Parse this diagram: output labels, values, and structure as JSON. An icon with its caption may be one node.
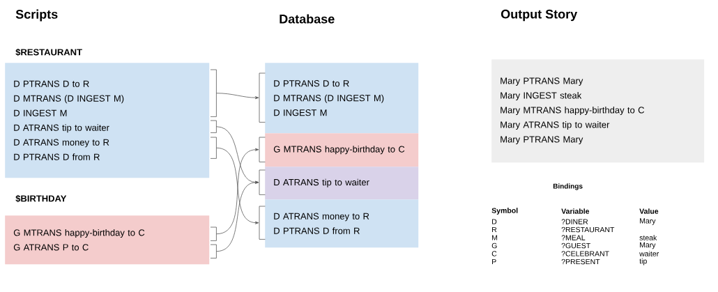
{
  "diagram": {
    "nodes": [
      {
        "text": [
          "$RESTAURANT",
          "D PTRANS D to R",
          "D MTRANS (D INGEST M)",
          "D INGEST M",
          "D ATRANS tip to waiter",
          "D ATRANS money to R",
          "D PTRANS D from R"
        ]
      },
      {
        "text": [
          "$BIRTHDAY",
          "G MTRANS happy-birthday to C",
          "G ATRANS P to C"
        ]
      },
      {
        "text": [
          "D PTRANS D to R",
          "D MTRANS (D INGEST M)",
          "D INGEST M"
        ]
      },
      {
        "text": [
          "G MTRANS happy-birthday to C"
        ]
      },
      {
        "text": [
          "D ATRANS tip to waiter"
        ]
      },
      {
        "text": [
          "D ATRANS money to R",
          "D PTRANS D from R"
        ]
      },
      {
        "text": [
          "Mary PTRANS Mary",
          "Mary INGEST steak",
          "Mary MTRANS happy-birthday to C",
          "Mary ATRANS tip to waiter",
          "Mary PTRANS Mary"
        ]
      },
      {
        "text": [],
        "shape": "bracket"
      },
      {
        "text": [],
        "shape": "bracket"
      },
      {
        "text": [],
        "shape": "bracket"
      },
      {
        "text": [],
        "shape": "bracket"
      },
      {
        "text": [],
        "shape": "bracket"
      },
      {
        "text": [],
        "shape": "bracket"
      },
      {
        "text": [],
        "shape": "bracket"
      },
      {
        "text": [],
        "shape": "bracket"
      },
      {
        "text": [],
        "shape": "bracket"
      }
    ],
    "edges": [
      {
        "from": 7,
        "to": 12,
        "arrow": "to"
      },
      {
        "from": 8,
        "to": 14,
        "arrow": "to"
      },
      {
        "from": 9,
        "to": 15,
        "arrow": "to"
      },
      {
        "from": 10,
        "to": 13,
        "arrow": "to"
      },
      {
        "from": 11,
        "to": 14,
        "arrow": "to"
      }
    ],
    "labels": [
      "Scripts",
      "Database",
      "Output Story",
      "Bindings",
      "Symbol",
      "Variable",
      "Value",
      "D",
      "?DINER",
      "Mary",
      "R",
      "?RESTAURANT",
      "M",
      "?MEAL",
      "steak",
      "G",
      "?GUEST",
      "Mary",
      "C",
      "?CELEBRANT",
      "waiter",
      "P",
      "?PRESENT",
      "tip"
    ]
  }
}
